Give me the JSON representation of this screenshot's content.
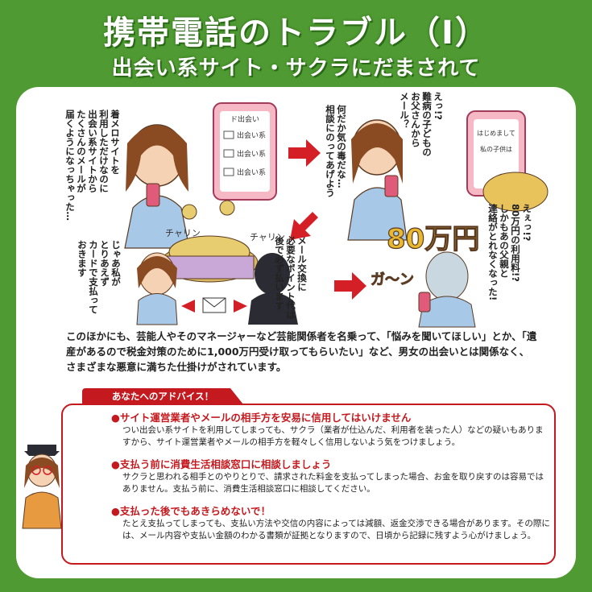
{
  "header": {
    "title": "携帯電話のトラブル（Ⅰ）",
    "subtitle": "出会い系サイト・サクラにだまされて"
  },
  "comic": {
    "bubble1": "着メロサイトを\n利用しただけなのに\n出会い系サイトから\nたくさんのメールが\n届くようになっちゃった…",
    "phone1_title": "ド出会い",
    "phone1_items": [
      "出会い系",
      "出会い系",
      "出会い系"
    ],
    "bubble2": "何だか気の毒だな…\n相談にのってあげよう",
    "bubble3": "えっ!?\n難病の子どもの\nお父さんから\nメール？",
    "phone2_line1": "はじめまして",
    "phone2_line2": "私の子供は",
    "bubble4": "じゃあ私が\nとりあえず\nカードで支払って\nおきます",
    "sfx1": "チャリン",
    "sfx2": "チャリン",
    "bubble5": "メール交換に\n必要なポイント代は\n後で必ず払います",
    "bubble6": "えぇっ!?\n80万円の利用料!?\nしかもあの父親と\n連絡がとれなくなった!",
    "price_label": "80万円",
    "sfx3": "ガ〜ン"
  },
  "body": {
    "paragraph": "このほかにも、芸能人やそのマネージャーなど芸能関係者を名乗って、「悩みを聞いてほしい」とか、「遺産があるので税金対策のために1,000万円受け取ってもらいたい」など、男女の出会いとは関係なく、さまざまな悪意に満ちた仕掛けがされています。"
  },
  "advice": {
    "tab_label": "あなたへのアドバイス！",
    "items": [
      {
        "heading": "●サイト運営業者やメールの相手方を安易に信用してはいけません",
        "body": "つい出会い系サイトを利用してしまっても、サクラ（業者が仕込んだ、利用者を装った人）などの疑いもありますから、サイト運営業者やメールの相手方を軽々しく信用しないよう気をつけましょう。"
      },
      {
        "heading": "●支払う前に消費生活相談窓口に相談しましょう",
        "body": "サクラと思われる相手とのやりとりで、請求された料金を支払ってしまった場合、お金を取り戻すのは容易ではありません。支払う前に、消費生活相談窓口に相談してください。"
      },
      {
        "heading": "●支払った後でもあきらめないで！",
        "body": "たとえ支払ってしまっても、支払い方法や交信の内容によっては減額、返金交渉できる場合があります。その際には、メール内容や支払い金額のわかる書類が証拠となりますので、日頃から記録に残すよう心がけましょう。"
      }
    ]
  },
  "colors": {
    "background": "#4f9a32",
    "accent": "#c41a1f",
    "panel": "#ffffff"
  }
}
